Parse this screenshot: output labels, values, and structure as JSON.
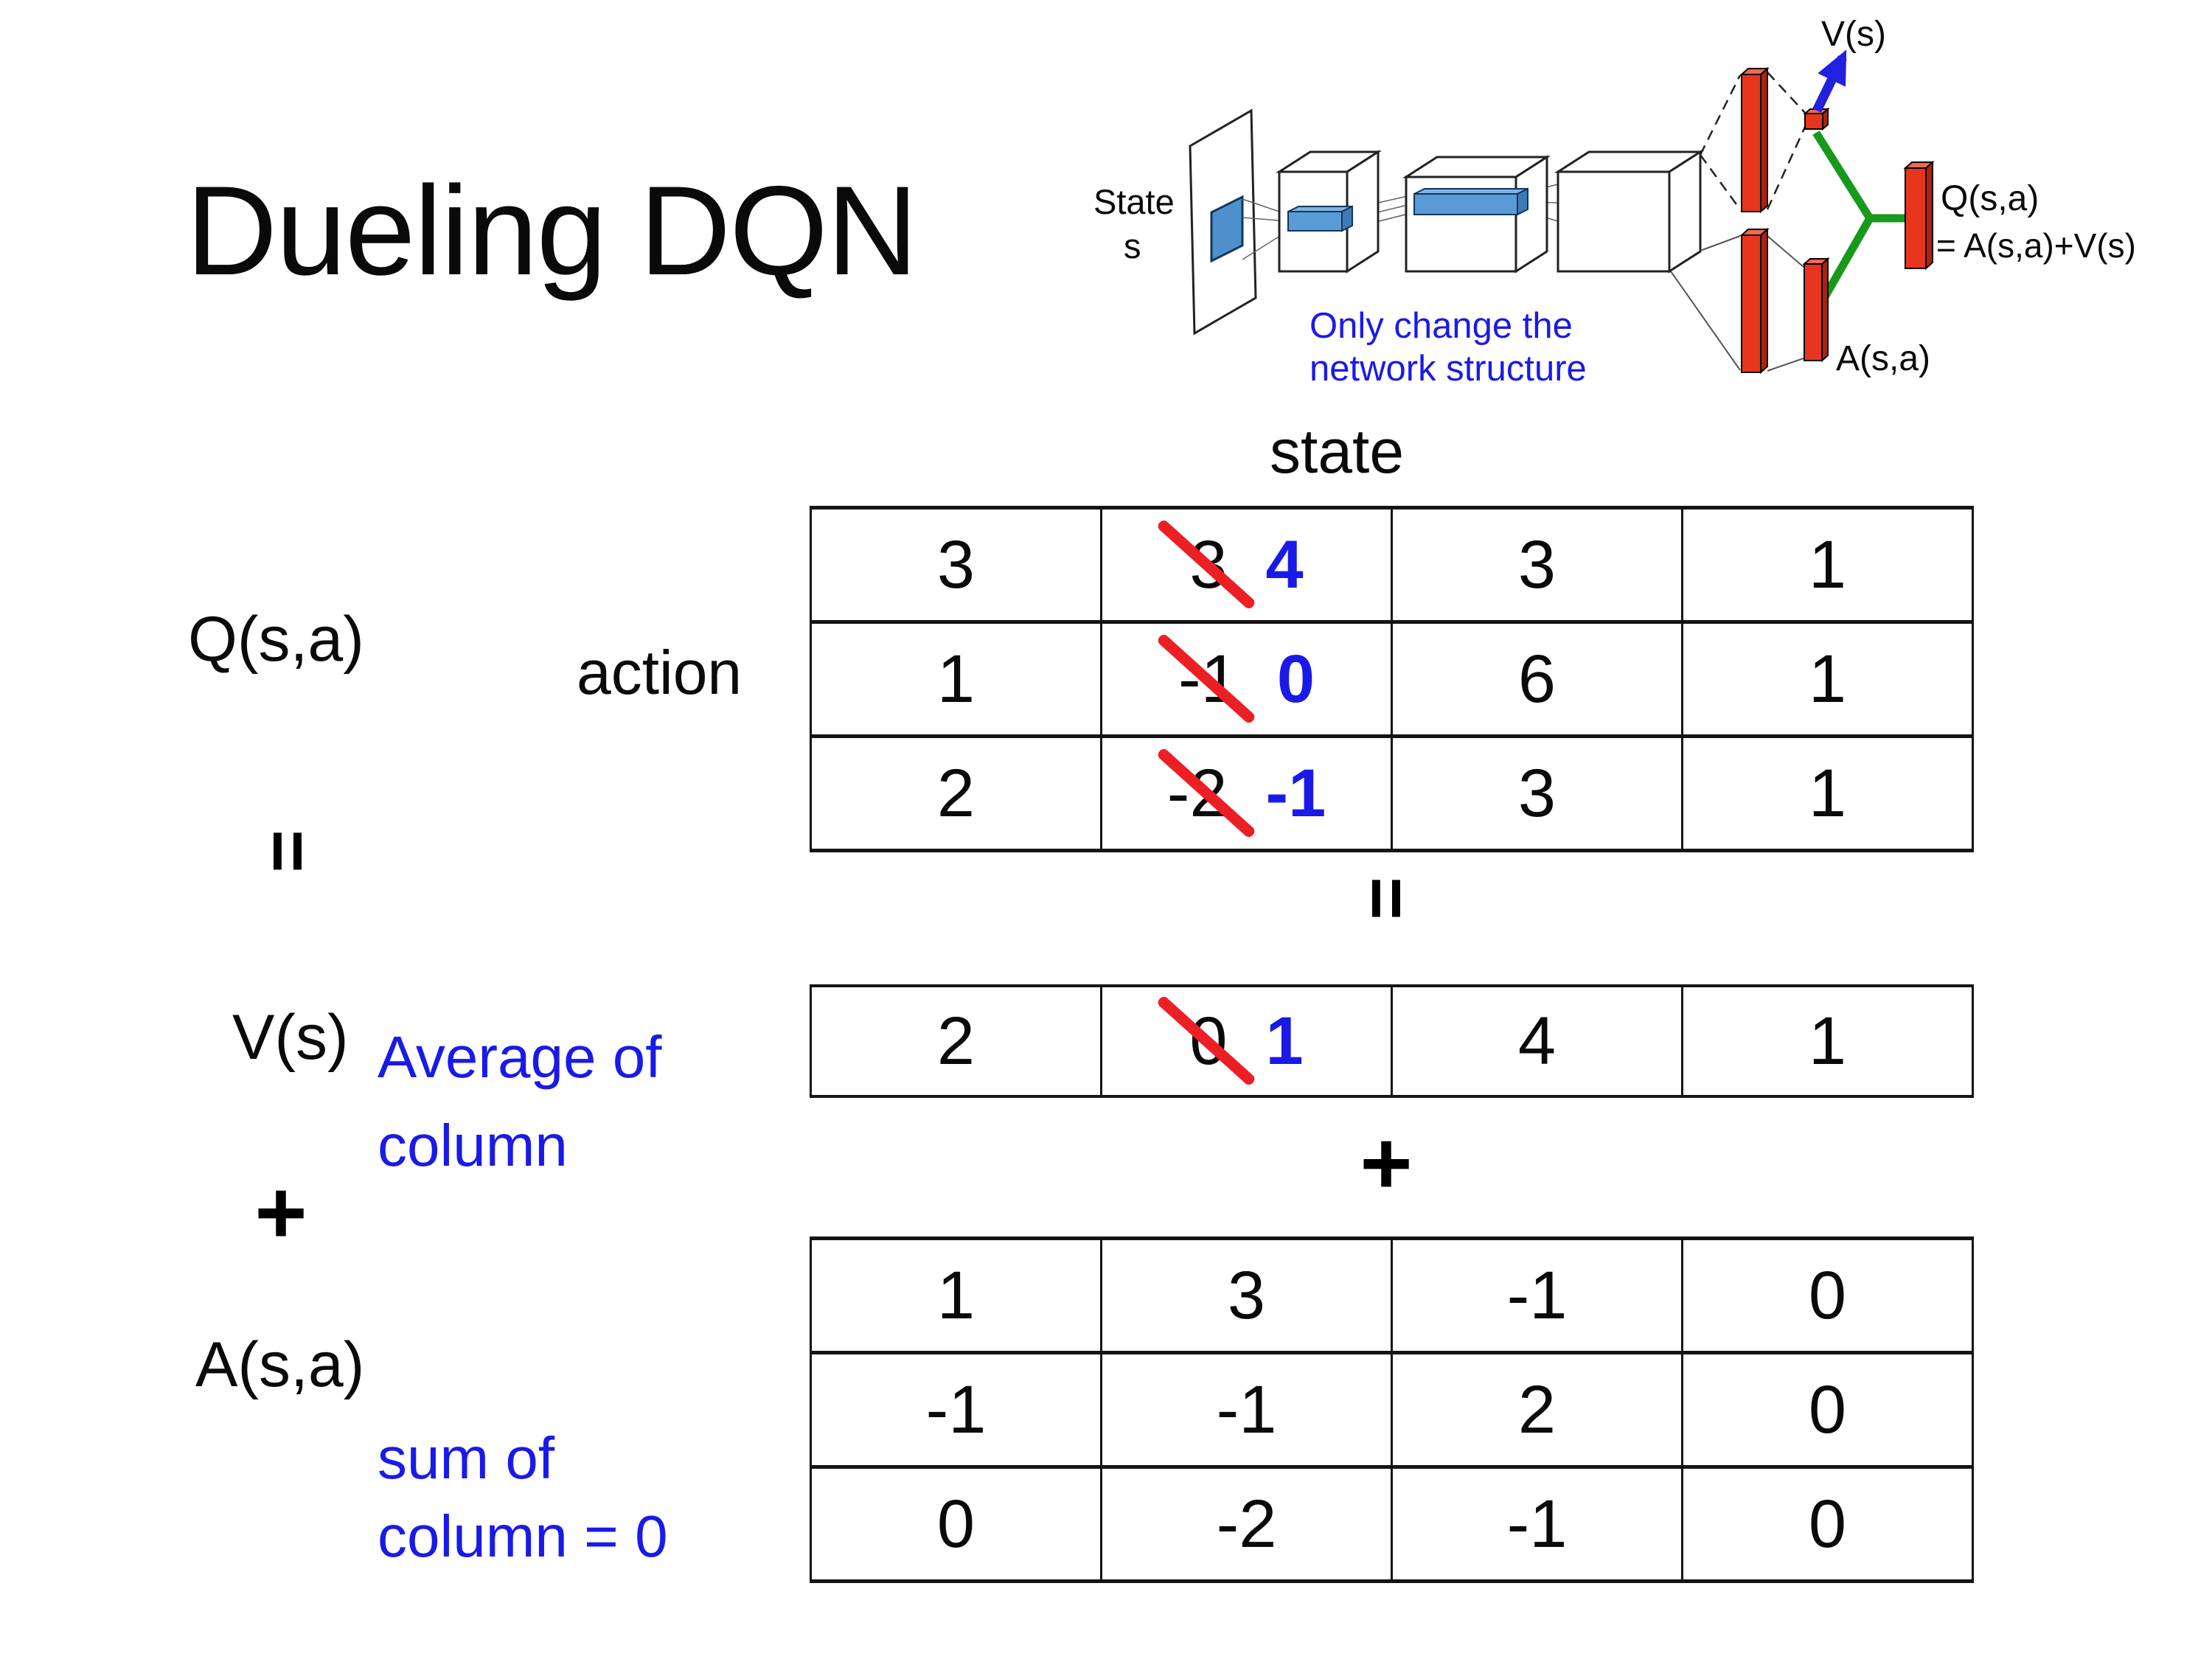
{
  "title": "Dueling DQN",
  "colors": {
    "accent_blue": "#1A1AE8",
    "strike_red": "#EC1F24",
    "bar_red": "#E8351E",
    "slab_blue": "#5B9BD5",
    "branch_green": "#17991C"
  },
  "diagram": {
    "state_line1": "State",
    "state_line2": "s",
    "note_line1": "Only change the",
    "note_line2": "network structure",
    "v_output": "V(s)",
    "q_output_line1": "Q(s,a)",
    "q_output_line2": "= A(s,a)+V(s)",
    "a_output": "A(s,a)"
  },
  "equation": {
    "q_label": "Q(s,a)",
    "v_label": "V(s)",
    "a_label": "A(s,a)",
    "equals": "=",
    "plus": "+",
    "v_note_line1": "Average of",
    "v_note_line2": "column",
    "a_note_line1": "sum of",
    "a_note_line2": "column = 0"
  },
  "q_matrix": {
    "col_header": "state",
    "row_header": "action",
    "rows": [
      {
        "c0": "3",
        "old": "3",
        "new": "4",
        "c2": "3",
        "c3": "1"
      },
      {
        "c0": "1",
        "old": "-1",
        "new": "0",
        "c2": "6",
        "c3": "1"
      },
      {
        "c0": "2",
        "old": "-2",
        "new": "-1",
        "c2": "3",
        "c3": "1"
      }
    ]
  },
  "v_row": {
    "c0": "2",
    "old": "0",
    "new": "1",
    "c2": "4",
    "c3": "1"
  },
  "a_matrix": {
    "rows": [
      [
        "1",
        "3",
        "-1",
        "0"
      ],
      [
        "-1",
        "-1",
        "2",
        "0"
      ],
      [
        "0",
        "-2",
        "-1",
        "0"
      ]
    ]
  }
}
